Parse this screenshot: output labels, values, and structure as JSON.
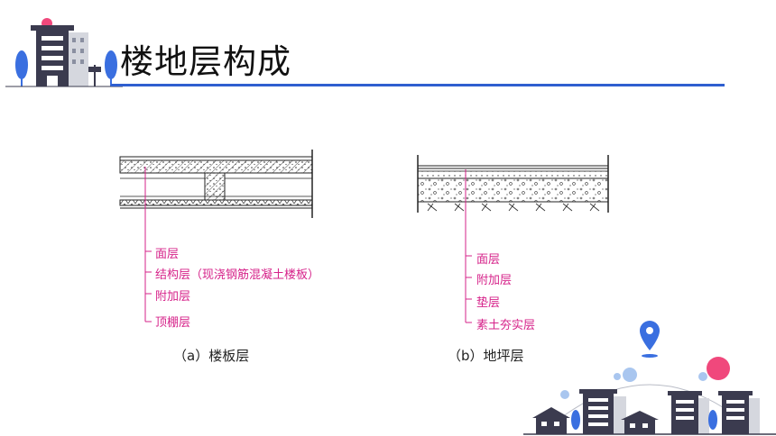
{
  "title": "楼地层构成",
  "colors": {
    "accent_blue": "#2f5fd0",
    "label_pink": "#d6238a",
    "building_dark": "#3b3b4f",
    "decor_pink": "#f0487c",
    "decor_light_blue": "#a9c6ef",
    "tree_blue": "#3a6fe0"
  },
  "floor_slab": {
    "labels": [
      "面层",
      "结构层（现浇钢筋混凝土楼板）",
      "附加层",
      "顶棚层"
    ],
    "caption": "（a）楼板层"
  },
  "ground_floor": {
    "labels": [
      "面层",
      "附加层",
      "垫层",
      "素土夯实层"
    ],
    "caption": "（b）地坪层"
  },
  "icons": [
    "city-buildings-icon",
    "location-pin-icon",
    "tree-icon"
  ]
}
